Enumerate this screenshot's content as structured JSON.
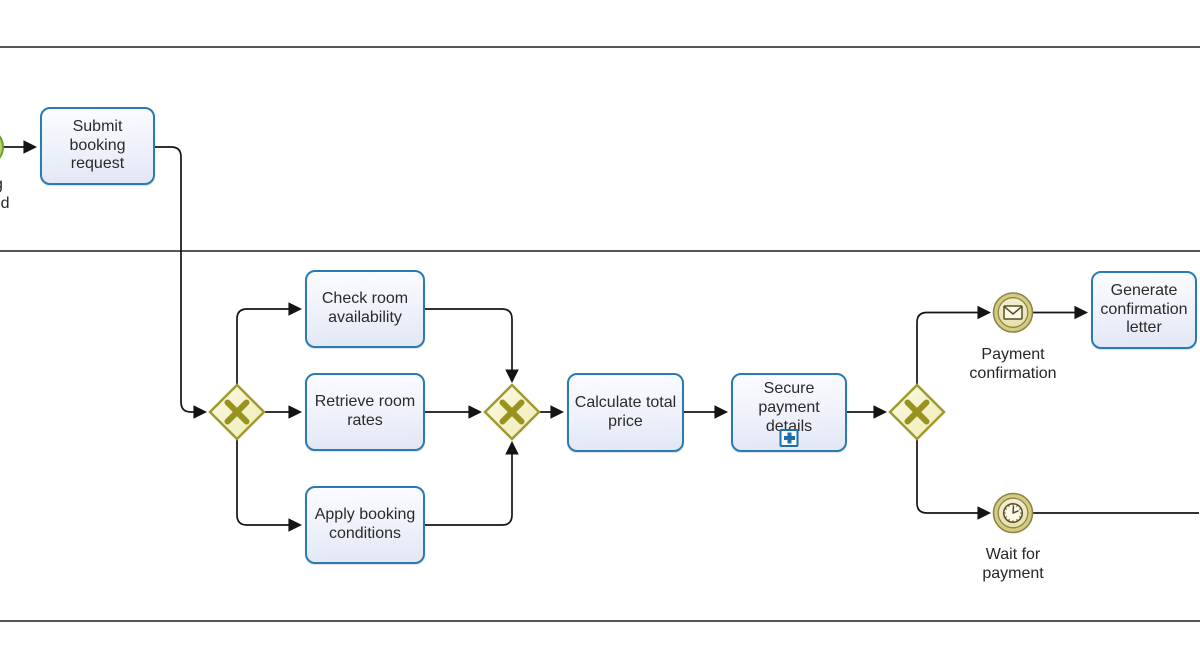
{
  "diagram": {
    "type": "bpmn-process",
    "lanes": 2
  },
  "colors": {
    "task_border": "#2a7ab5",
    "task_fill": "#eef1fa",
    "gateway_border": "#a09a2e",
    "gateway_fill": "#f7f4cd",
    "gateway_marker": "#98921f",
    "event_border": "#8d8448",
    "event_ring": "#d5cb83",
    "event_fill": "#efe9c2",
    "event_icon": "#55502a",
    "start_event_fill": "#b5d368",
    "start_event_border": "#6f9c2f",
    "subprocess_marker": "#1e6fa7",
    "flow_line": "#141414",
    "lane_line": "#555555"
  },
  "tasks": [
    {
      "id": "submit-booking-request",
      "label": "Submit\nbooking\nrequest"
    },
    {
      "id": "check-room-availability",
      "label": "Check room\navailability"
    },
    {
      "id": "retrieve-room-rates",
      "label": "Retrieve room\nrates"
    },
    {
      "id": "apply-booking-conditions",
      "label": "Apply booking\nconditions"
    },
    {
      "id": "calculate-total-price",
      "label": "Calculate total\nprice"
    },
    {
      "id": "secure-payment-details",
      "label": "Secure\npayment details",
      "marker": "collapsed-subprocess-plus"
    },
    {
      "id": "generate-confirmation-letter",
      "label": "Generate\nconfirmation\nletter"
    }
  ],
  "events": [
    {
      "id": "booking-requested-start",
      "type": "start",
      "label": "Booking\nrequested"
    },
    {
      "id": "payment-confirmation",
      "type": "intermediate-message-catch",
      "label": "Payment\nconfirmation"
    },
    {
      "id": "wait-for-payment",
      "type": "intermediate-timer-catch",
      "label": "Wait for\npayment"
    }
  ],
  "gateways": [
    {
      "id": "gateway-split",
      "type": "exclusive-xor"
    },
    {
      "id": "gateway-join",
      "type": "exclusive-xor"
    },
    {
      "id": "gateway-payment-branch",
      "type": "exclusive-xor"
    }
  ],
  "flows": [
    {
      "from": "booking-requested-start",
      "to": "submit-booking-request"
    },
    {
      "from": "submit-booking-request",
      "to": "gateway-split"
    },
    {
      "from": "gateway-split",
      "to": "check-room-availability"
    },
    {
      "from": "gateway-split",
      "to": "retrieve-room-rates"
    },
    {
      "from": "gateway-split",
      "to": "apply-booking-conditions"
    },
    {
      "from": "check-room-availability",
      "to": "gateway-join"
    },
    {
      "from": "retrieve-room-rates",
      "to": "gateway-join"
    },
    {
      "from": "apply-booking-conditions",
      "to": "gateway-join"
    },
    {
      "from": "gateway-join",
      "to": "calculate-total-price"
    },
    {
      "from": "calculate-total-price",
      "to": "secure-payment-details"
    },
    {
      "from": "secure-payment-details",
      "to": "gateway-payment-branch"
    },
    {
      "from": "gateway-payment-branch",
      "to": "payment-confirmation"
    },
    {
      "from": "payment-confirmation",
      "to": "generate-confirmation-letter"
    },
    {
      "from": "gateway-payment-branch",
      "to": "wait-for-payment"
    },
    {
      "from": "wait-for-payment",
      "to": "(off-canvas-right)"
    }
  ]
}
